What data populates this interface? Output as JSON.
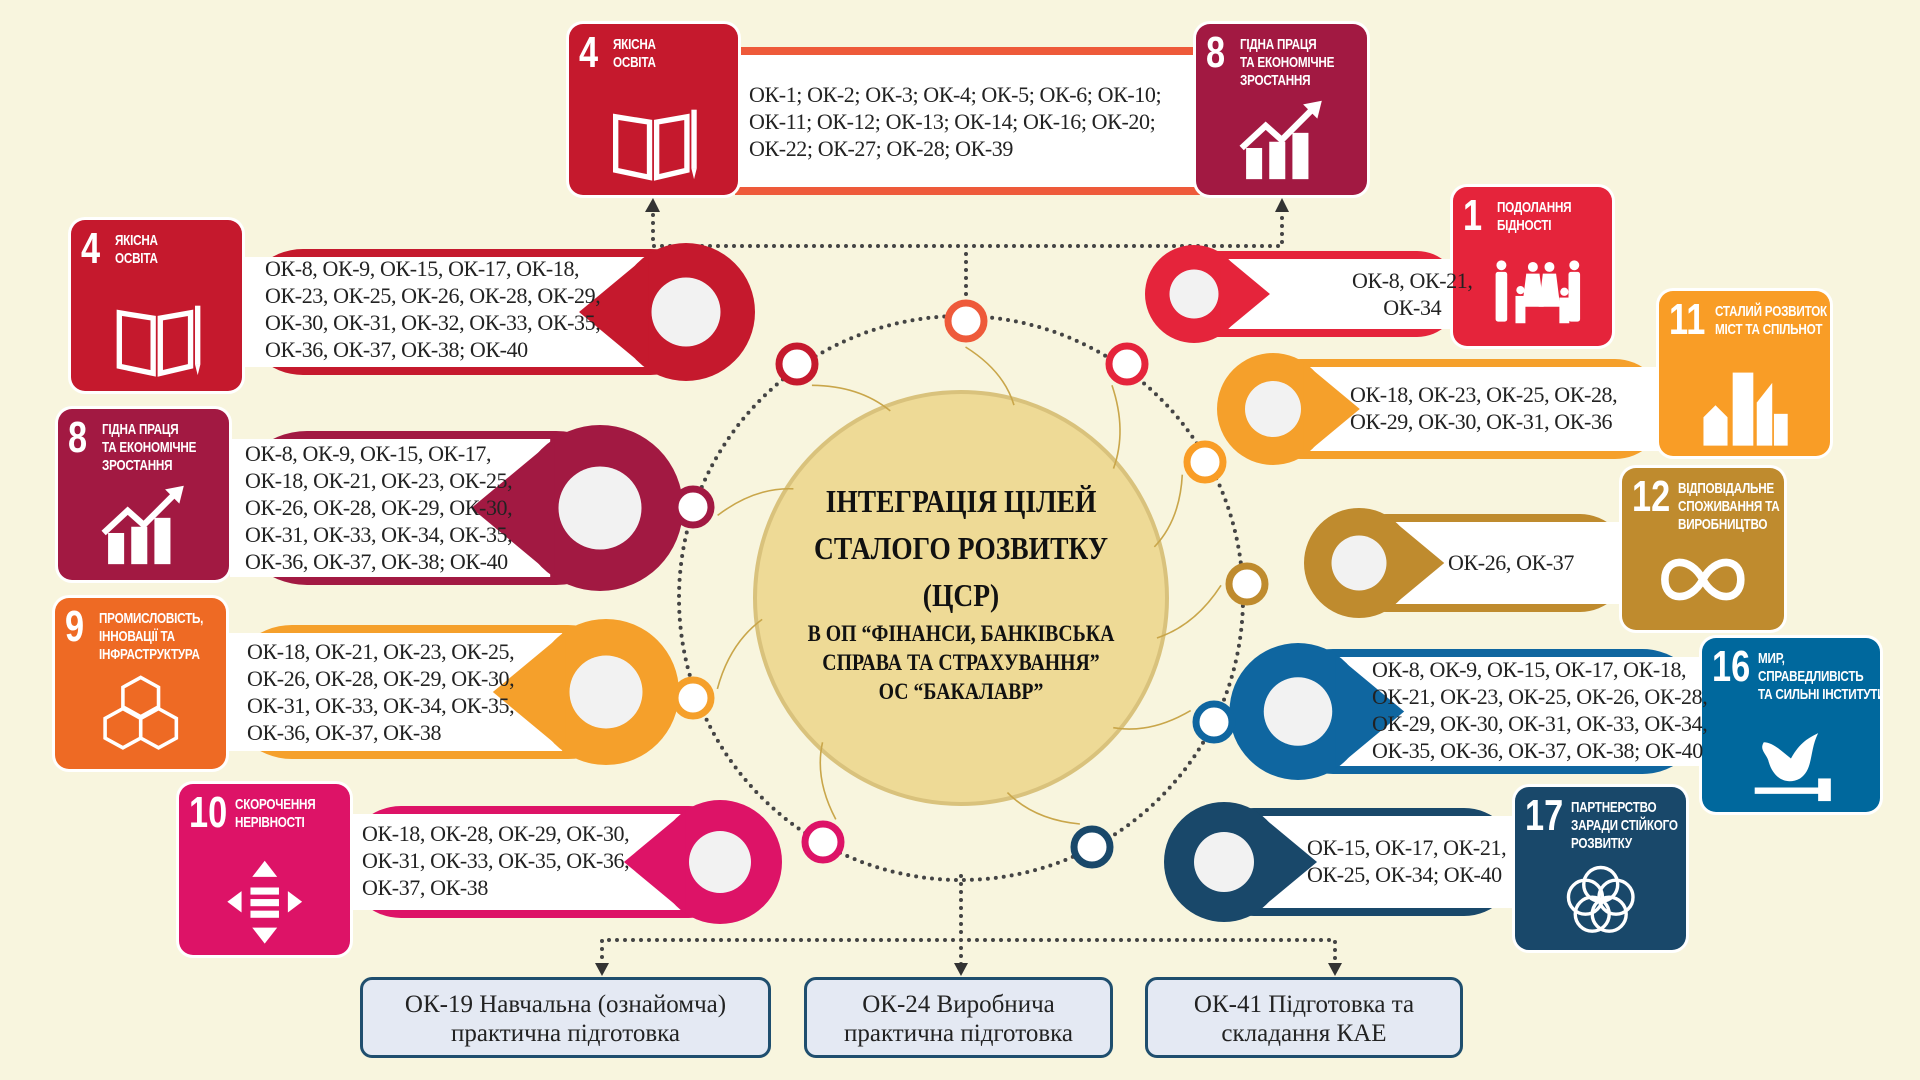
{
  "center": {
    "title_lines": [
      "ІНТЕГРАЦІЯ ЦІЛЕЙ",
      "СТАЛОГО РОЗВИТКУ",
      "(ЦСР)"
    ],
    "subtitle_lines": [
      "В ОП “ФІНАНСИ, БАНКІВСЬКА",
      "СПРАВА ТА СТРАХУВАННЯ”",
      "ОС “БАКАЛАВР”"
    ]
  },
  "top": {
    "goals": [
      {
        "num": "4",
        "lines": [
          "ЯКІСНА",
          "ОСВІТА"
        ],
        "icon": "book-icon",
        "color": "#C5192D"
      },
      {
        "num": "8",
        "lines": [
          "ГІДНА ПРАЦЯ",
          "ТА ЕКОНОМІЧНЕ",
          "ЗРОСТАННЯ"
        ],
        "icon": "growth-chart-icon",
        "color": "#A21942"
      }
    ],
    "text_lines": [
      "ОК-1; ОК-2; ОК-3; ОК-4; ОК-5; ОК-6; ОК-10;",
      "ОК-11; ОК-12; ОК-13; ОК-14; ОК-16; ОК-20;",
      "ОК-22; ОК-27; ОК-28; ОК-39"
    ],
    "color": "#EE5A3A"
  },
  "left": [
    {
      "goal": {
        "num": "4",
        "lines": [
          "ЯКІСНА",
          "ОСВІТА"
        ],
        "icon": "book-icon",
        "color": "#C5192D"
      },
      "text_lines": [
        "ОК-8,  ОК-9,  ОК-15,  ОК-17,  ОК-18,",
        "ОК-23, ОК-25, ОК-26, ОК-28, ОК-29,",
        "ОК-30, ОК-31, ОК-32, ОК-33, ОК-35,",
        "ОК-36, ОК-37, ОК-38; ОК-40"
      ],
      "color": "#C5192D"
    },
    {
      "goal": {
        "num": "8",
        "lines": [
          "ГІДНА ПРАЦЯ",
          "ТА ЕКОНОМІЧНЕ",
          "ЗРОСТАННЯ"
        ],
        "icon": "growth-chart-icon",
        "color": "#A21942"
      },
      "text_lines": [
        "ОК-8,  ОК-9,  ОК-15,  ОК-17,",
        "ОК-18, ОК-21, ОК-23, ОК-25,",
        "ОК-26, ОК-28, ОК-29, ОК-30,",
        "ОК-31, ОК-33, ОК-34, ОК-35,",
        "ОК-36, ОК-37, ОК-38; ОК-40"
      ],
      "color": "#A21942"
    },
    {
      "goal": {
        "num": "9",
        "lines": [
          "ПРОМИСЛОВІСТЬ,",
          "ІННОВАЦІЇ ТА",
          "ІНФРАСТРУКТУРА"
        ],
        "icon": "cubes-icon",
        "color": "#EE6A24"
      },
      "text_lines": [
        "ОК-18, ОК-21, ОК-23, ОК-25,",
        "ОК-26, ОК-28, ОК-29, ОК-30,",
        "ОК-31, ОК-33, ОК-34, ОК-35,",
        "ОК-36, ОК-37, ОК-38"
      ],
      "color": "#F5A02B"
    },
    {
      "goal": {
        "num": "10",
        "lines": [
          "СКОРОЧЕННЯ",
          "НЕРІВНОСТІ"
        ],
        "icon": "equality-icon",
        "color": "#DD1367"
      },
      "text_lines": [
        "ОК-18, ОК-28, ОК-29, ОК-30,",
        "ОК-31, ОК-33, ОК-35, ОК-36,",
        "ОК-37, ОК-38"
      ],
      "color": "#DD1367"
    }
  ],
  "right": [
    {
      "goal": {
        "num": "1",
        "lines": [
          "ПОДОЛАННЯ",
          "БІДНОСТІ"
        ],
        "icon": "family-icon",
        "color": "#E5243B"
      },
      "text_lines": [
        "ОК-8, ОК-21,",
        "ОК-34"
      ],
      "color": "#E5243B"
    },
    {
      "goal": {
        "num": "11",
        "lines": [
          "СТАЛИЙ РОЗВИТОК",
          "МІСТ ТА СПІЛЬНОТ"
        ],
        "icon": "city-icon",
        "color": "#F99D26"
      },
      "text_lines": [
        "ОК-18, ОК-23, ОК-25, ОК-28,",
        "ОК-29, ОК-30, ОК-31, ОК-36"
      ],
      "color": "#F5A02B"
    },
    {
      "goal": {
        "num": "12",
        "lines": [
          "ВІДПОВІДАЛЬНЕ",
          "СПОЖИВАННЯ ТА",
          "ВИРОБНИЦТВО"
        ],
        "icon": "infinity-icon",
        "color": "#BF8B2E"
      },
      "text_lines": [
        "ОК-26, ОК-37"
      ],
      "color": "#BF8B2E"
    },
    {
      "goal": {
        "num": "16",
        "lines": [
          "МИР,",
          "СПРАВЕДЛИВІСТЬ",
          "ТА СИЛЬНІ ІНСТИТУТИ"
        ],
        "icon": "dove-gavel-icon",
        "color": "#00689D"
      },
      "text_lines": [
        "ОК-8,  ОК-9,  ОК-15,  ОК-17,  ОК-18,",
        "ОК-21, ОК-23, ОК-25, ОК-26, ОК-28,",
        "ОК-29, ОК-30, ОК-31, ОК-33, ОК-34,",
        "ОК-35, ОК-36, ОК-37, ОК-38; ОК-40"
      ],
      "color": "#0F66A0"
    },
    {
      "goal": {
        "num": "17",
        "lines": [
          "ПАРТНЕРСТВО",
          "ЗАРАДИ СТІЙКОГО",
          "РОЗВИТКУ"
        ],
        "icon": "partnership-rings-icon",
        "color": "#19486A"
      },
      "text_lines": [
        "ОК-15, ОК-17, ОК-21,",
        "ОК-25, ОК-34; ОК-40"
      ],
      "color": "#19486A"
    }
  ],
  "practice": [
    {
      "lines": [
        "ОК-19  Навчальна (ознайомча)",
        "практична підготовка"
      ]
    },
    {
      "lines": [
        "ОК-24  Виробнича",
        "практична підготовка"
      ]
    },
    {
      "lines": [
        "ОК-41  Підготовка та",
        "складання КАЕ"
      ]
    }
  ]
}
